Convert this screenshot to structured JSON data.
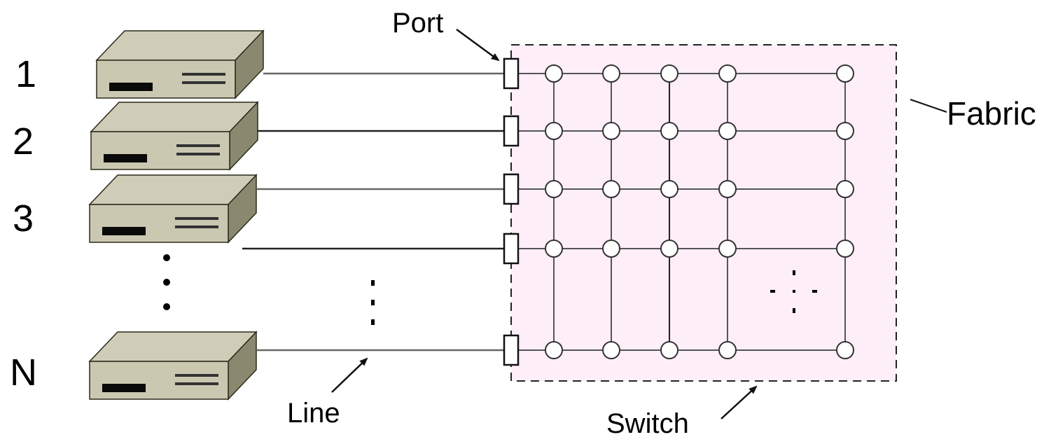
{
  "row_labels": [
    "1",
    "2",
    "3",
    "N"
  ],
  "labels": {
    "port": "Port",
    "line": "Line",
    "switch": "Switch",
    "fabric": "Fabric"
  },
  "colors": {
    "device_top": "#cfccb7",
    "device_front": "#cbc8b2",
    "device_side": "#8a896f",
    "device_edge": "#2a2a1a",
    "fabric_fill": "#fdeef8",
    "grid_line": "#555555",
    "line_color": "#666666"
  }
}
